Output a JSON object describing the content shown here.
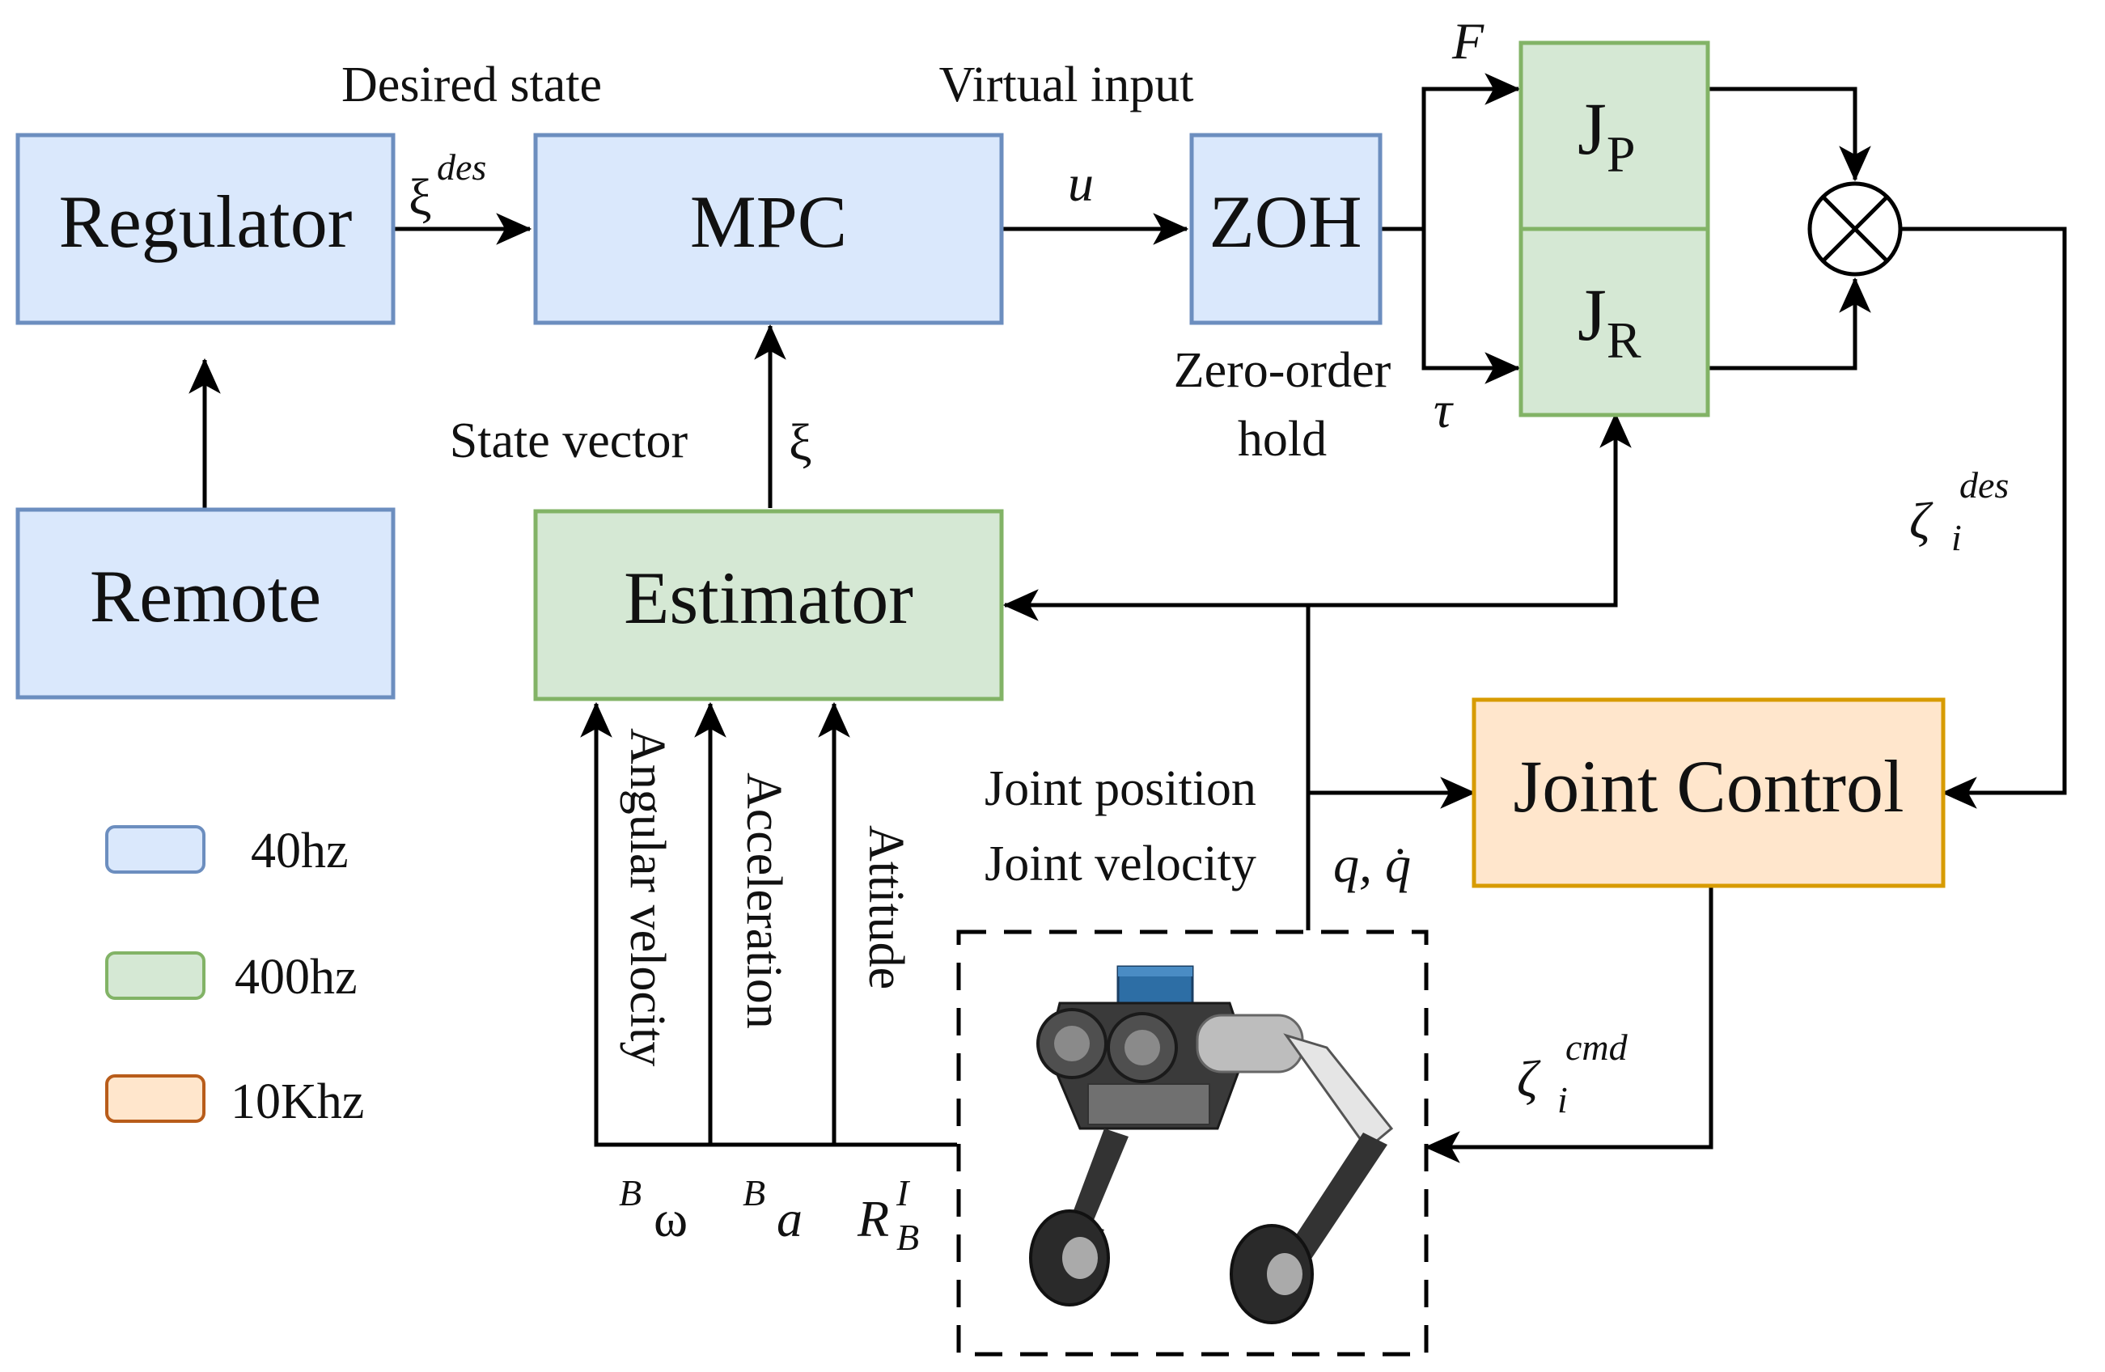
{
  "colors": {
    "rate_40hz_fill": "#dae8fc",
    "rate_40hz_stroke": "#6c8ebf",
    "rate_400hz_fill": "#d5e8d4",
    "rate_400hz_stroke": "#82b366",
    "rate_10khz_fill": "#ffe6cc",
    "rate_10khz_stroke": "#d79b00",
    "legend_10khz_stroke": "#b85c1a"
  },
  "blocks": {
    "regulator": "Regulator",
    "mpc": "MPC",
    "zoh": "ZOH",
    "jp_main": "J",
    "jp_sub": "P",
    "jr_main": "J",
    "jr_sub": "R",
    "remote": "Remote",
    "estimator": "Estimator",
    "joint_control": "Joint Control"
  },
  "labels": {
    "desired_state": "Desired state",
    "virtual_input": "Virtual input",
    "zero_order_line1": "Zero-order",
    "zero_order_line2": "hold",
    "state_vector": "State vector",
    "joint_position": "Joint position",
    "joint_velocity": "Joint velocity",
    "angular_velocity": "Angular velocity",
    "acceleration": "Acceleration",
    "attitude": "Attitude"
  },
  "symbols": {
    "xi": "ξ",
    "des": "des",
    "cmd": "cmd",
    "u": "u",
    "F": "F",
    "tau": "τ",
    "zeta": "ζ",
    "i": "i",
    "q_qdot": "q, q̇",
    "B": "B",
    "omega": "ω",
    "a": "a",
    "R": "R",
    "I": "I",
    "multiply": "⊗"
  },
  "legend": [
    {
      "label": "40hz"
    },
    {
      "label": "400hz"
    },
    {
      "label": "10Khz"
    }
  ]
}
